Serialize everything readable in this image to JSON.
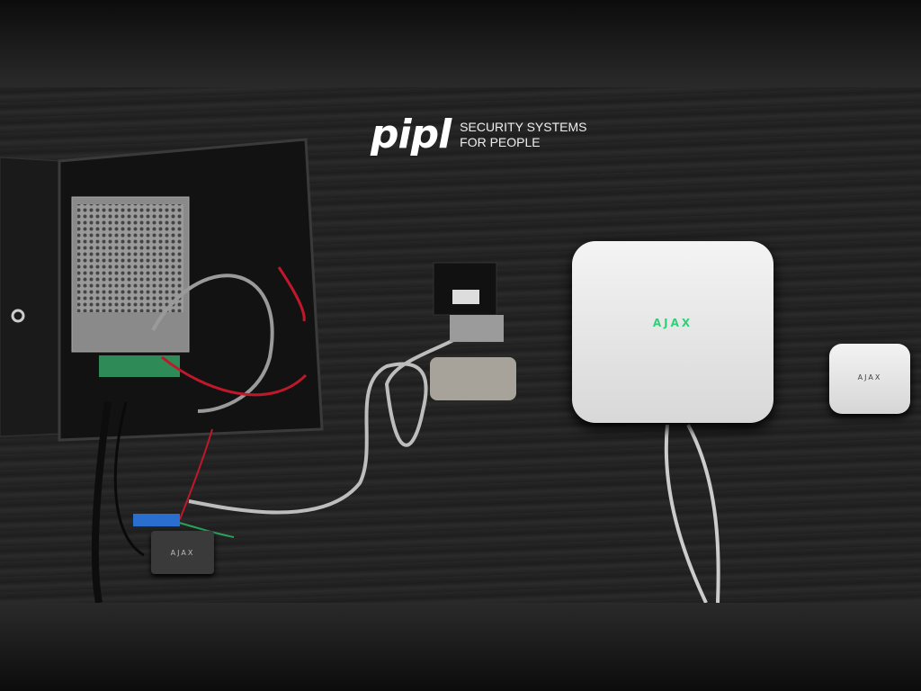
{
  "branding": {
    "logo_text": "pipl",
    "tagline_line1": "SECURITY SYSTEMS",
    "tagline_line2": "FOR PEOPLE"
  },
  "devices": {
    "hub_label": "AJAX",
    "sensor_label": "AJAX",
    "module_label": "AJAX"
  },
  "colors": {
    "hub_logo": "#2fd07a",
    "table": "#222222"
  }
}
